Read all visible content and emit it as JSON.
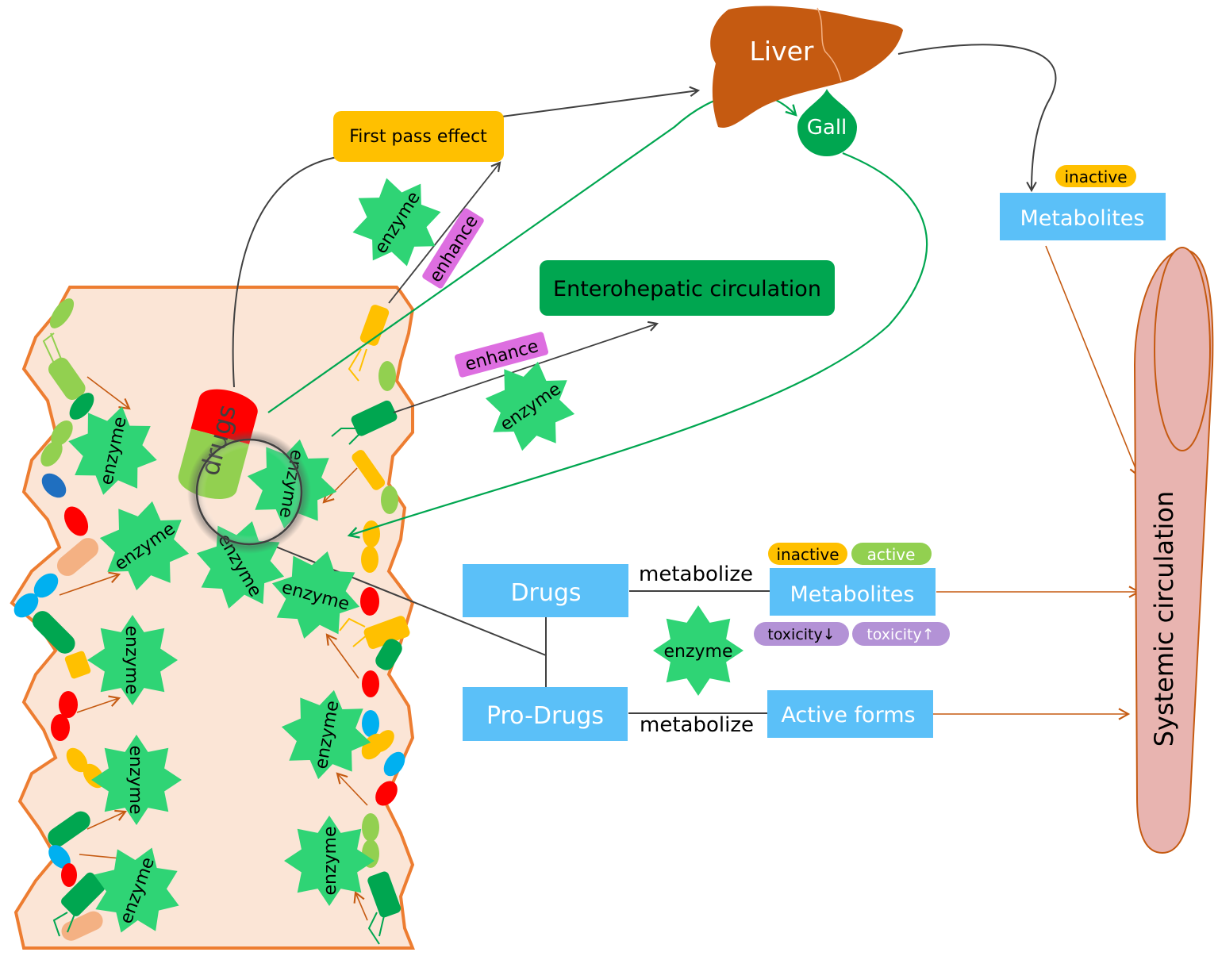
{
  "labels": {
    "liver": "Liver",
    "gall": "Gall",
    "first_pass": "First pass effect",
    "enterohepatic": "Enterohepatic circulation",
    "metabolites_top": "Metabolites",
    "inactive_top": "inactive",
    "systemic": "Systemic circulation",
    "drugs_pill": "drugs",
    "drugs_box": "Drugs",
    "prodrugs_box": "Pro-Drugs",
    "metabolites_box": "Metabolites",
    "active_forms_box": "Active forms",
    "metabolize_1": "metabolize",
    "metabolize_2": "metabolize",
    "inactive_tag": "inactive",
    "active_tag": "active",
    "toxicity_down": "toxicity↓",
    "toxicity_up": "toxicity↑",
    "enhance_1": "enhance",
    "enhance_2": "enhance",
    "enzyme": "enzyme"
  },
  "colors": {
    "box_blue": "#5bc0f8",
    "first_pass": "#ffc000",
    "enterohepatic": "#00a650",
    "liver": "#c55a11",
    "gall": "#00a650",
    "enzyme": "#2fd475",
    "enhance": "#dd6ee0",
    "toxicity": "#b392d6",
    "inactive": "#ffc000",
    "active": "#92d050",
    "gut": "#fbe5d6",
    "gut_border": "#ed7d31",
    "systemic": "#e8b4b0",
    "orange_arrow": "#c55a11"
  }
}
